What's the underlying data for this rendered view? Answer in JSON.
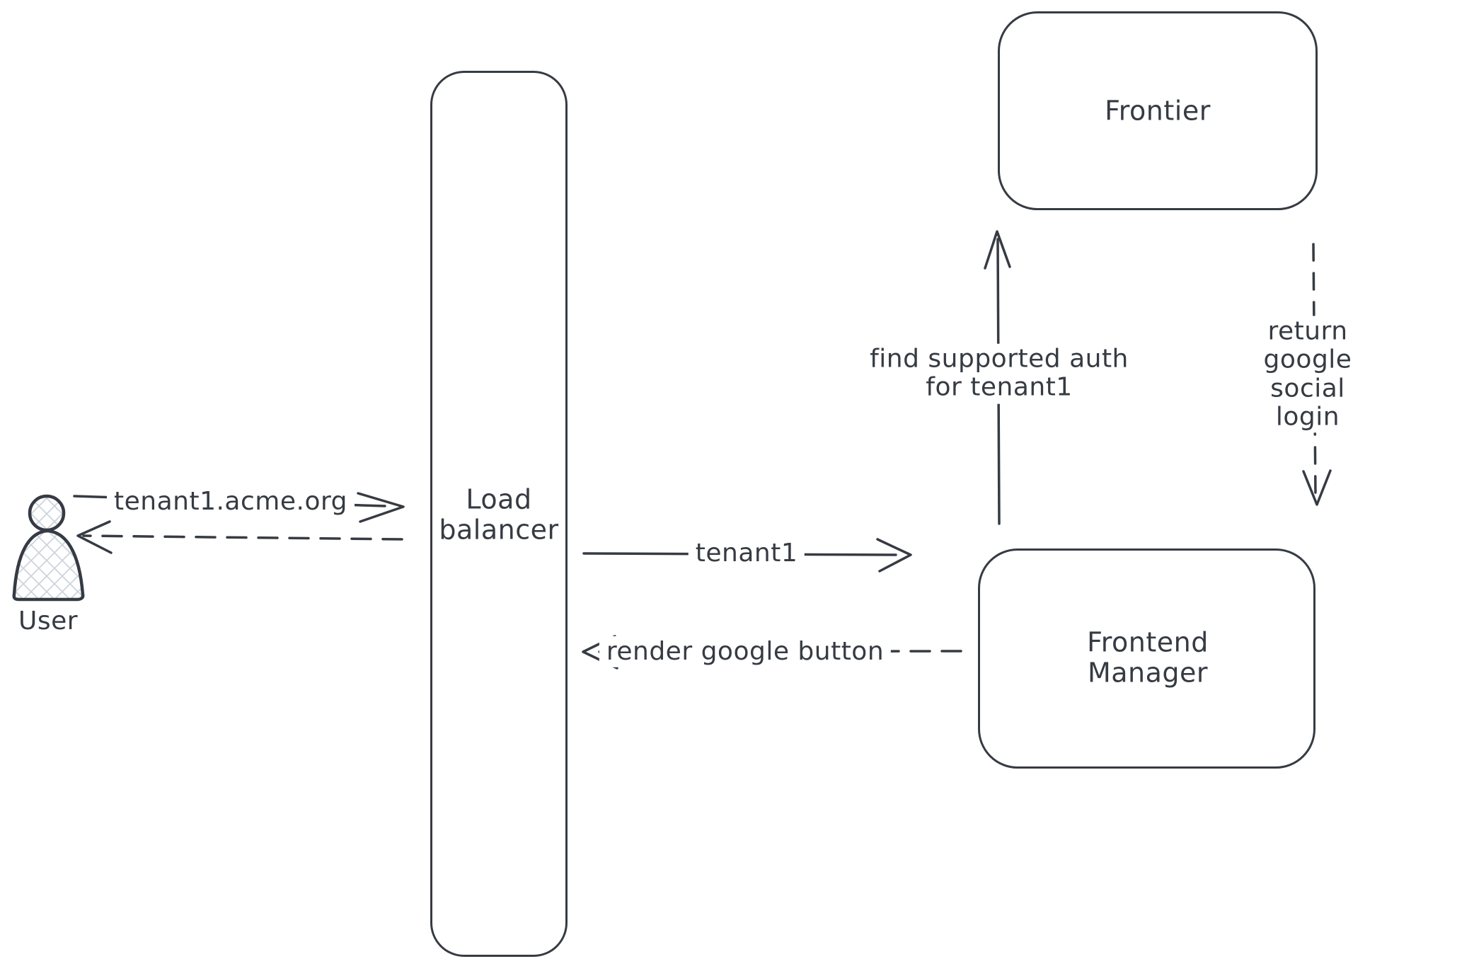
{
  "diagram": {
    "background": "#ffffff",
    "stroke_color": "#363b43",
    "actor_hatch_color": "#ccd5de",
    "nodes": {
      "user": {
        "label": "User",
        "type": "actor"
      },
      "load_balancer": {
        "label": "Load\nbalancer",
        "type": "rectangle"
      },
      "frontier": {
        "label": "Frontier",
        "type": "rectangle"
      },
      "frontend_manager": {
        "label": "Frontend\nManager",
        "type": "rectangle"
      }
    },
    "edges": [
      {
        "id": "user-to-load-balancer",
        "label": "tenant1.acme.org",
        "from": "User",
        "to": "Load balancer",
        "style": "solid"
      },
      {
        "id": "load-balancer-to-user",
        "label": "",
        "from": "Load balancer",
        "to": "User",
        "style": "dashed"
      },
      {
        "id": "load-balancer-to-frontend-manager",
        "label": "tenant1",
        "from": "Load balancer",
        "to": "Frontend Manager",
        "style": "solid"
      },
      {
        "id": "frontend-manager-to-load-balancer",
        "label": "render google button",
        "from": "Frontend Manager",
        "to": "Load balancer",
        "style": "dashed"
      },
      {
        "id": "frontend-manager-to-frontier",
        "label": "find supported auth\nfor tenant1",
        "from": "Frontend Manager",
        "to": "Frontier",
        "style": "solid"
      },
      {
        "id": "frontier-to-frontend-manager",
        "label": "return google social\nlogin",
        "from": "Frontier",
        "to": "Frontend Manager",
        "style": "dashed"
      }
    ]
  }
}
